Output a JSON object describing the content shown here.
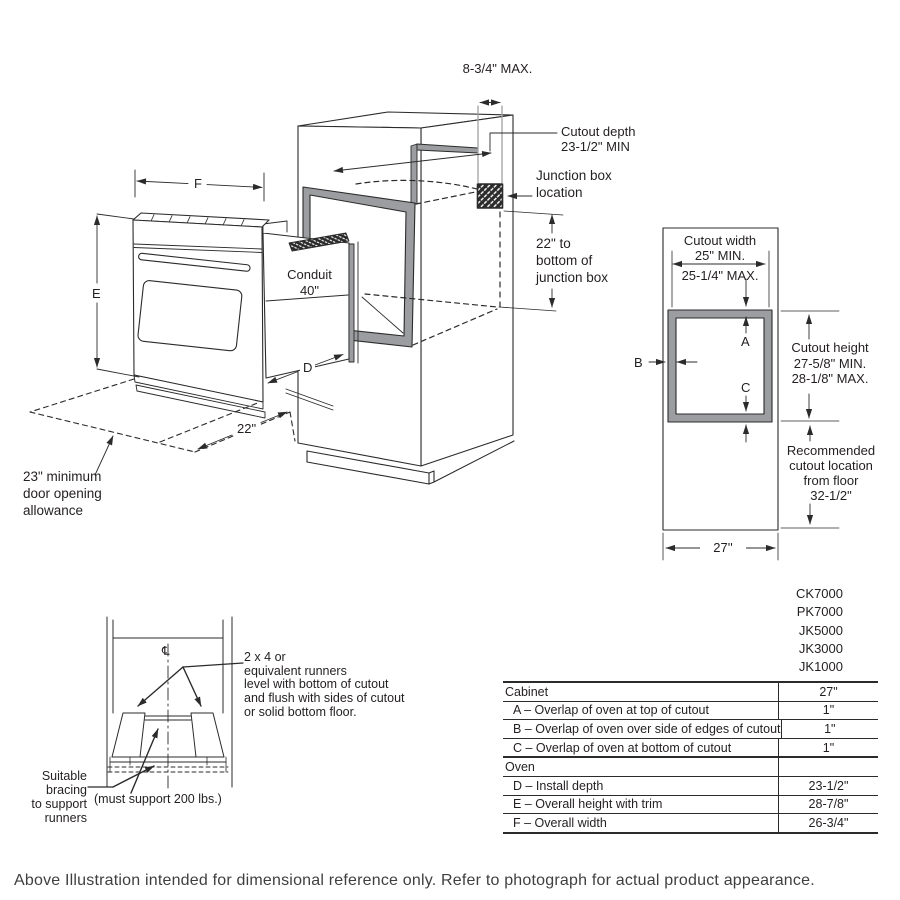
{
  "colors": {
    "line": "#2b2b2b",
    "frame_gray": "#9b9da0",
    "text": "#231f20"
  },
  "iso": {
    "width_max": "8-3/4\" MAX.",
    "cutout_depth": [
      "Cutout depth",
      "23-1/2\" MIN"
    ],
    "junction_box": [
      "Junction box",
      "location"
    ],
    "junction_dim": [
      "22\" to",
      "bottom of",
      "junction box"
    ],
    "conduit": [
      "Conduit",
      "40\""
    ],
    "dim_f": "F",
    "dim_e": "E",
    "dim_d": "D",
    "dim_22": "22\"",
    "door": [
      "23\" minimum",
      "door opening",
      "allowance"
    ]
  },
  "front_view": {
    "width_title": [
      "Cutout width",
      "25\" MIN."
    ],
    "width_max": "25-1/4\" MAX.",
    "dim_a": "A",
    "dim_b": "B",
    "dim_c": "C",
    "height": [
      "Cutout height",
      "27-5/8\" MIN.",
      "28-1/8\" MAX."
    ],
    "floor": [
      "Recommended",
      "cutout location",
      "from floor",
      "32-1/2\""
    ],
    "bottom_width": "27''"
  },
  "runners": {
    "centerline": "℄",
    "note": [
      "2 x 4 or",
      "equivalent runners",
      "level with bottom of cutout",
      "and flush with sides of cutout",
      "or solid bottom floor."
    ],
    "bracing": [
      "Suitable",
      "bracing",
      "to support",
      "runners"
    ],
    "support": "(must support 200 lbs.)"
  },
  "models": [
    "CK7000",
    "PK7000",
    "JK5000",
    "JK3000",
    "JK1000"
  ],
  "table": {
    "rows": [
      {
        "label": "Cabinet",
        "value": "27\""
      },
      {
        "label": "A – Overlap of oven at top of cutout",
        "value": "1\""
      },
      {
        "label": "B – Overlap of oven over side of edges of cutout",
        "value": "1\""
      },
      {
        "label": "C – Overlap of oven at bottom of cutout",
        "value": "1\""
      },
      {
        "label": "Oven",
        "value": ""
      },
      {
        "label": "D – Install depth",
        "value": "23-1/2\""
      },
      {
        "label": "E – Overall height with trim",
        "value": "28-7/8\""
      },
      {
        "label": "F – Overall width",
        "value": "26-3/4\""
      }
    ]
  },
  "footer": {
    "disclaimer": "Above Illustration intended for dimensional reference only. Refer to photograph for actual product appearance."
  }
}
